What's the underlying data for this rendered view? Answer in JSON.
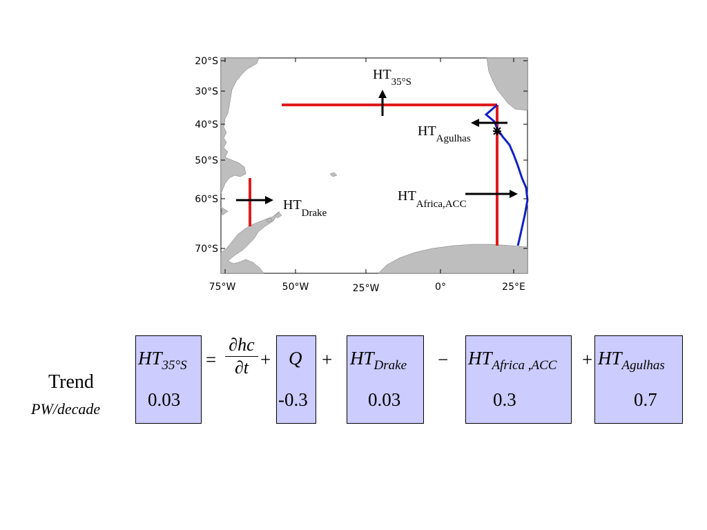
{
  "map": {
    "y_ticks": [
      "20°S",
      "30°S",
      "40°S",
      "50°S",
      "60°S",
      "70°S"
    ],
    "x_ticks": [
      "75°W",
      "50°W",
      "25°W",
      "0°",
      "25°E"
    ],
    "labels": {
      "ht_35s": {
        "main": "HT",
        "sub": "35°S"
      },
      "ht_agulhas": {
        "main": "HT",
        "sub": "Agulhas"
      },
      "ht_drake": {
        "main": "HT",
        "sub": "Drake"
      },
      "ht_africa_acc": {
        "main": "HT",
        "sub": "Africa,ACC"
      }
    },
    "colors": {
      "land": "#bebebe",
      "section": "#e01b1b",
      "agulhas_path": "#1020c8",
      "arrow": "#000000"
    }
  },
  "equation": {
    "row_label": "Trend",
    "row_units": "PW/decade",
    "terms": [
      {
        "main": "HT",
        "sub": "35°S",
        "value": "0.03"
      },
      {
        "main": "Q",
        "sub": "",
        "value": "-0.3"
      },
      {
        "main": "HT",
        "sub": "Drake",
        "value": "0.03"
      },
      {
        "main": "HT",
        "sub": "Africa ,ACC",
        "value": "0.3"
      },
      {
        "main": "HT",
        "sub": "Agulhas",
        "value": "0.7"
      }
    ],
    "operators": [
      "=",
      "+",
      "+",
      "−",
      "+"
    ],
    "fraction": {
      "numerator": "∂hc",
      "denominator": "∂t"
    },
    "box_color": "#ccccff"
  }
}
